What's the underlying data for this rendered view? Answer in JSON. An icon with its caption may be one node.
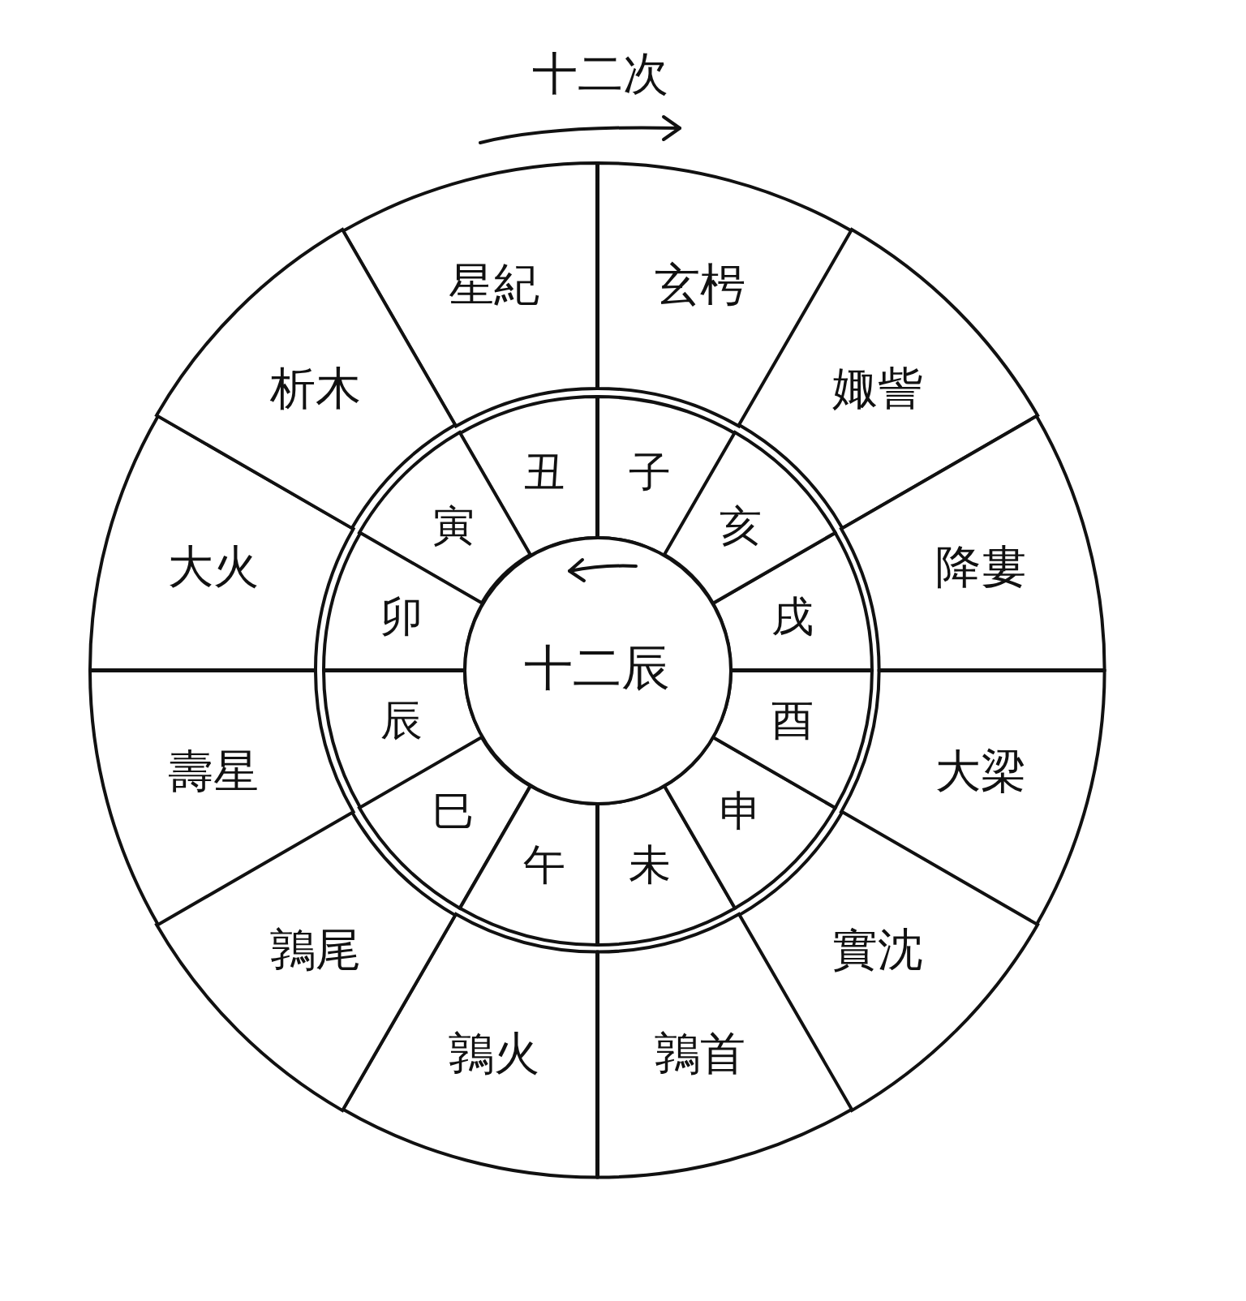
{
  "diagram": {
    "nodes": [
      {
        "text": [
          "星紀"
        ]
      },
      {
        "text": [
          "玄枵"
        ]
      },
      {
        "text": [
          "娵訾"
        ]
      },
      {
        "text": [
          "降婁"
        ]
      },
      {
        "text": [
          "大梁"
        ]
      },
      {
        "text": [
          "實沈"
        ]
      },
      {
        "text": [
          "鶉首"
        ]
      },
      {
        "text": [
          "鶉火"
        ]
      },
      {
        "text": [
          "鶉尾"
        ]
      },
      {
        "text": [
          "壽星"
        ]
      },
      {
        "text": [
          "大火"
        ]
      },
      {
        "text": [
          "析木"
        ]
      },
      {
        "text": [
          "子"
        ]
      },
      {
        "text": [
          "丑"
        ]
      },
      {
        "text": [
          "寅"
        ]
      },
      {
        "text": [
          "卯"
        ]
      },
      {
        "text": [
          "辰"
        ]
      },
      {
        "text": [
          "巳"
        ]
      },
      {
        "text": [
          "午"
        ]
      },
      {
        "text": [
          "未"
        ]
      },
      {
        "text": [
          "申"
        ]
      },
      {
        "text": [
          "酉"
        ]
      },
      {
        "text": [
          "戌"
        ]
      },
      {
        "text": [
          "亥"
        ]
      },
      {
        "text": [
          "十二辰"
        ]
      }
    ],
    "labels": [
      "十二次"
    ]
  }
}
